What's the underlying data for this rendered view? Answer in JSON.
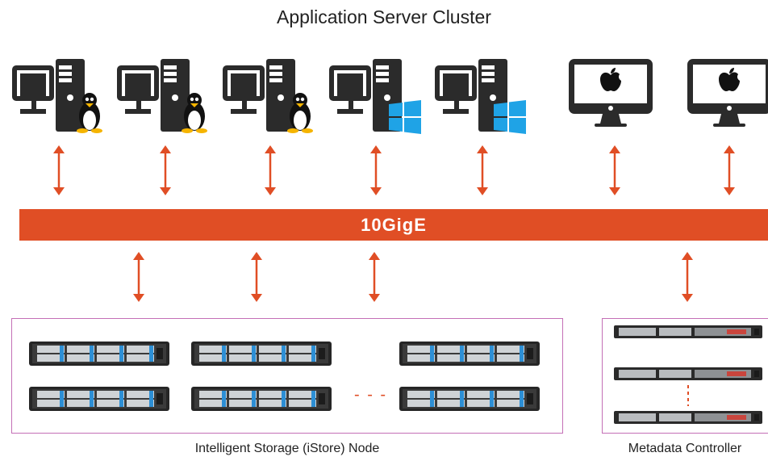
{
  "title": "Application Server Cluster",
  "network": {
    "label": "10GigE"
  },
  "clients": [
    {
      "kind": "pc",
      "os": "linux-icon"
    },
    {
      "kind": "pc",
      "os": "linux-icon"
    },
    {
      "kind": "pc",
      "os": "linux-icon"
    },
    {
      "kind": "pc",
      "os": "windows-icon"
    },
    {
      "kind": "pc",
      "os": "windows-icon"
    },
    {
      "kind": "mac",
      "os": "apple-icon"
    },
    {
      "kind": "mac",
      "os": "apple-icon"
    }
  ],
  "storage": {
    "label": "Intelligent Storage (iStore) Node",
    "ellipsis": "- - -"
  },
  "metadata": {
    "label": "Metadata Controller"
  },
  "colors": {
    "accent": "#e04e25",
    "group_border": "#c46fb6",
    "drive_blue": "#2d8fd5",
    "device": "#2b2b2b"
  }
}
